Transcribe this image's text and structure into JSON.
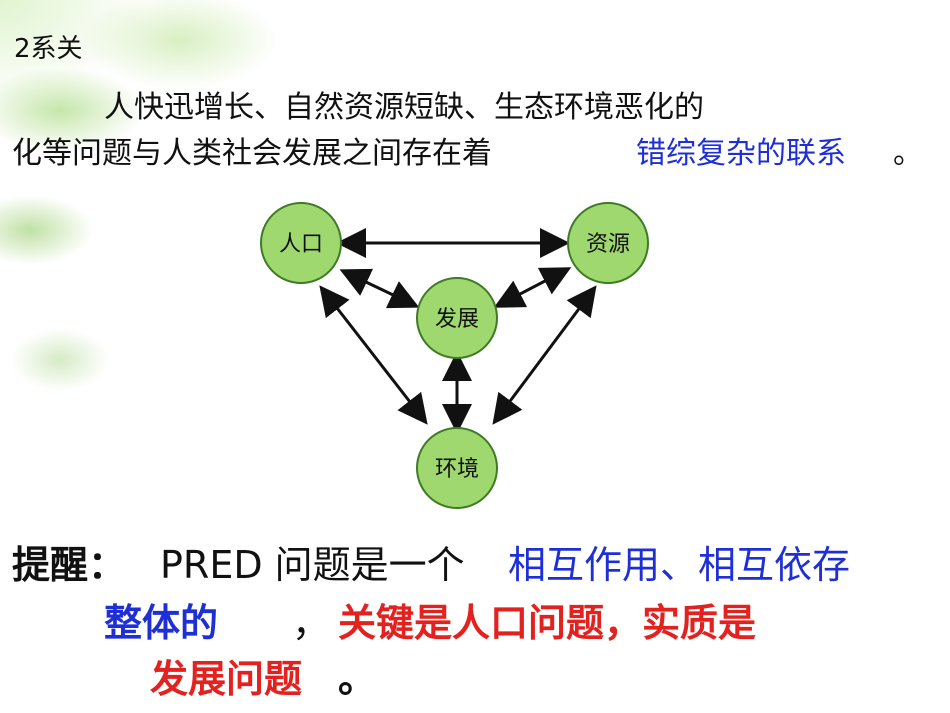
{
  "heading": "2系关",
  "paragraph": {
    "line1": "人快迅增长、自然资源短缺、生态环境恶化的",
    "line2": "化等问题与人类社会发展之间存在着",
    "blue": "错综复杂的联系",
    "period": "。"
  },
  "diagram": {
    "nodes": {
      "population": "人口",
      "resources": "资源",
      "development": "发展",
      "environment": "环境"
    }
  },
  "tip": {
    "label": "提醒：",
    "text": "PRED 问题是一个",
    "blue_line1": "相互作用、相互依存",
    "blue_line2": "整体的",
    "comma": "，",
    "red_line1": "关键是人口问题，实质是",
    "red_line2": "发展问题",
    "period": "。"
  },
  "colors": {
    "blue": "#1f2fd6",
    "red": "#e3221f",
    "node_fill": "#9fd86e",
    "node_stroke": "#3f7a25"
  }
}
